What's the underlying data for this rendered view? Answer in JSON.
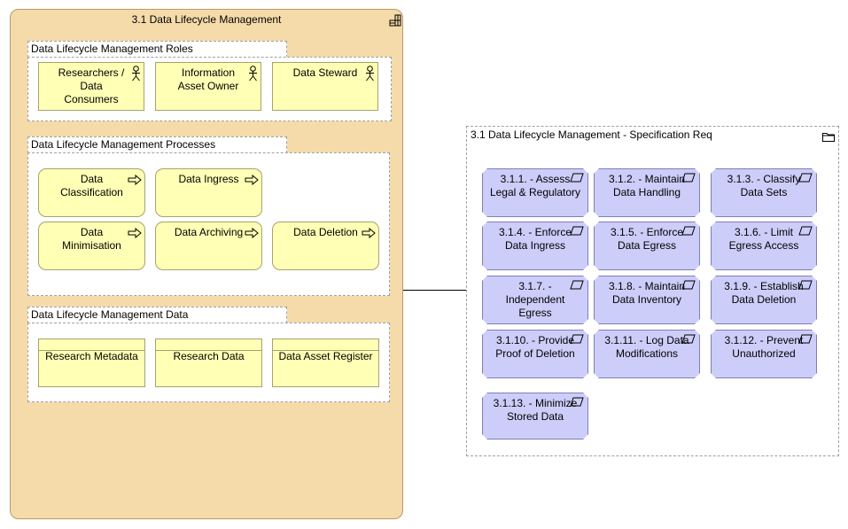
{
  "main": {
    "title": "3.1 Data Lifecycle Management"
  },
  "roles_group": {
    "title": "Data Lifecycle Management Roles",
    "items": [
      "Researchers / Data Consumers",
      "Information Asset Owner",
      "Data Steward"
    ]
  },
  "processes_group": {
    "title": "Data Lifecycle Management Processes",
    "items": [
      "Data Classification",
      "Data Ingress",
      "Data Minimisation",
      "Data Archiving",
      "Data Deletion"
    ]
  },
  "data_group": {
    "title": "Data Lifecycle Management Data",
    "items": [
      "Research Metadata",
      "Research Data",
      "Data Asset Register"
    ]
  },
  "spec_group": {
    "title": "3.1 Data Lifecycle Management - Specification Req",
    "items": [
      "3.1.1. - Assess Legal & Regulatory",
      "3.1.2. - Maintain Data Handling",
      "3.1.3. - Classify Data Sets",
      "3.1.4. - Enforce Data Ingress",
      "3.1.5. - Enforce Data Egress",
      "3.1.6. - Limit Egress Access",
      "3.1.7. - Independent Egress",
      "3.1.8. - Maintain Data Inventory",
      "3.1.9. - Establish Data Deletion",
      "3.1.10. - Provide Proof of Deletion",
      "3.1.11. - Log Data Modifications",
      "3.1.12. - Prevent Unauthorized",
      "3.1.13. - Minimize Stored Data"
    ]
  },
  "colors": {
    "main_fill": "#f5dba9",
    "element_fill": "#ffffb5",
    "requirement_fill": "#cccdf9"
  }
}
